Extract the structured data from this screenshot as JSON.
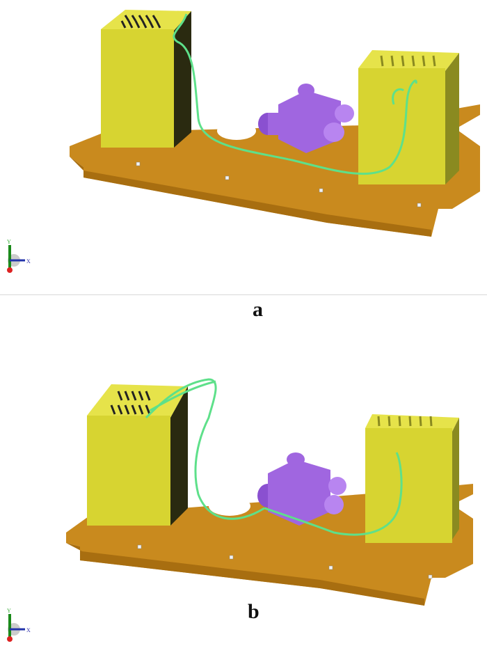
{
  "panels": [
    {
      "label": "a",
      "axis_labels": {
        "x": "X",
        "y": "Y"
      }
    },
    {
      "label": "b",
      "axis_labels": {
        "x": "X",
        "y": "Y"
      }
    }
  ],
  "colors": {
    "board": "#c98a1e",
    "board_edge": "#a86e10",
    "box_front": "#d7d431",
    "box_top": "#e6e34a",
    "box_side": "#2a2a10",
    "connector": "#a066e0",
    "wire": "#5ee08a"
  }
}
